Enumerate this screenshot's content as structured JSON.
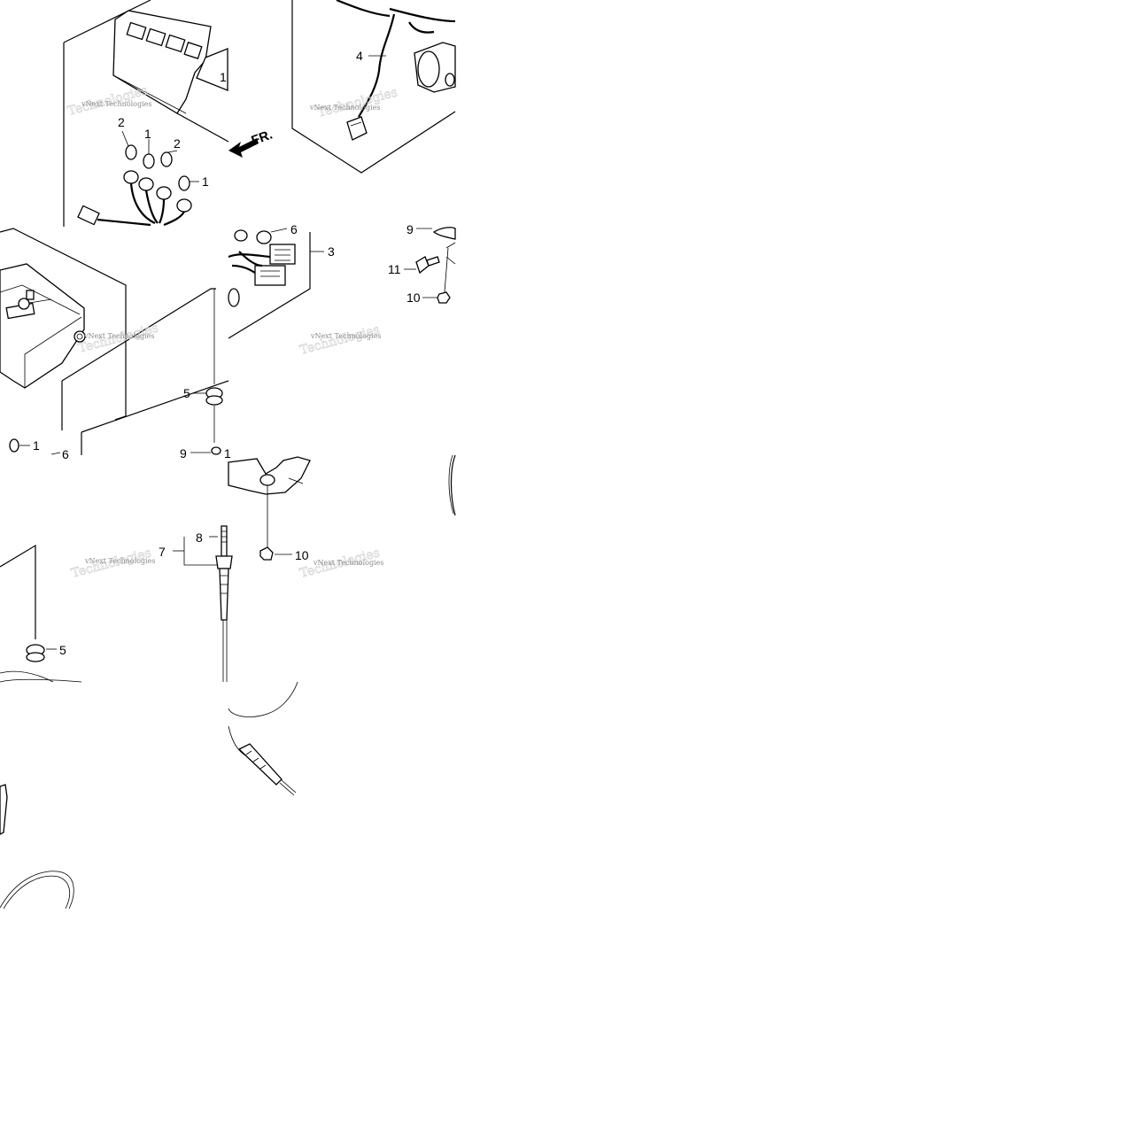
{
  "diagram": {
    "callouts": [
      {
        "id": "c-2a",
        "text": "2"
      },
      {
        "id": "c-1a",
        "text": "1"
      },
      {
        "id": "c-2b",
        "text": "2"
      },
      {
        "id": "c-1b",
        "text": "1"
      },
      {
        "id": "c-4",
        "text": "4"
      },
      {
        "id": "c-6a",
        "text": "6"
      },
      {
        "id": "c-3",
        "text": "3"
      },
      {
        "id": "c-9a",
        "text": "9"
      },
      {
        "id": "c-11",
        "text": "11"
      },
      {
        "id": "c-10a",
        "text": "10"
      },
      {
        "id": "c-5a",
        "text": "5"
      },
      {
        "id": "c-1c",
        "text": "1"
      },
      {
        "id": "c-6b",
        "text": "6"
      },
      {
        "id": "c-9b",
        "text": "9"
      },
      {
        "id": "c-1d",
        "text": "1"
      },
      {
        "id": "c-8",
        "text": "8"
      },
      {
        "id": "c-7",
        "text": "7"
      },
      {
        "id": "c-10b",
        "text": "10"
      },
      {
        "id": "c-5b",
        "text": "5"
      }
    ],
    "direction_label": "FR.",
    "watermark": "vNext Technologies"
  }
}
